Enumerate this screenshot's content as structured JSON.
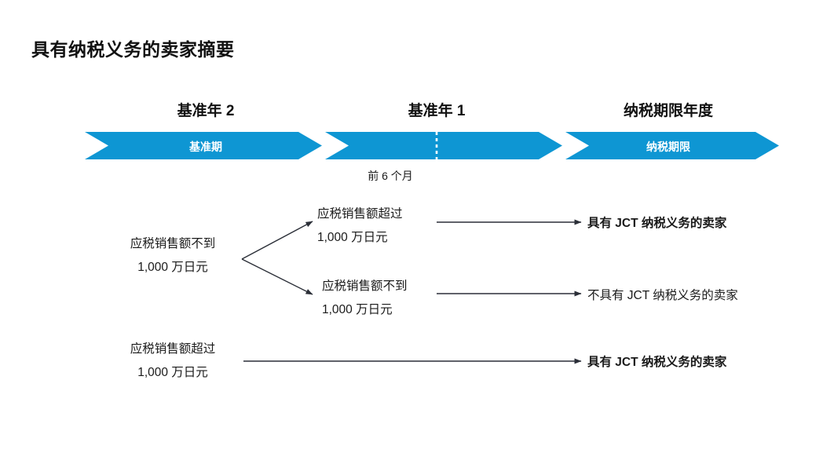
{
  "slide": {
    "title": "具有纳税义务的卖家摘要",
    "accent_color": "#0E96D3",
    "text_color": "#1a1a1a"
  },
  "timeline": {
    "year_headers": [
      {
        "label": "基准年 2"
      },
      {
        "label": "基准年 1"
      },
      {
        "label": "纳税期限年度"
      }
    ],
    "bands": [
      {
        "label": "基准期"
      },
      {
        "label": ""
      },
      {
        "label": "纳税期限"
      }
    ],
    "divider_note": "前 6 个月"
  },
  "flow": {
    "root": {
      "line1": "应税销售额不到",
      "line2": "1,000 万日元"
    },
    "branch_high": {
      "line1": "应税销售额超过",
      "line2": "1,000 万日元"
    },
    "branch_low": {
      "line1": "应税销售额不到",
      "line2": "1,000 万日元"
    },
    "bottom": {
      "line1": "应税销售额超过",
      "line2": "1,000 万日元"
    },
    "outcome_taxable_1": "具有 JCT 纳税义务的卖家",
    "outcome_not_taxable": "不具有 JCT 纳税义务的卖家",
    "outcome_taxable_2": "具有 JCT 纳税义务的卖家"
  }
}
